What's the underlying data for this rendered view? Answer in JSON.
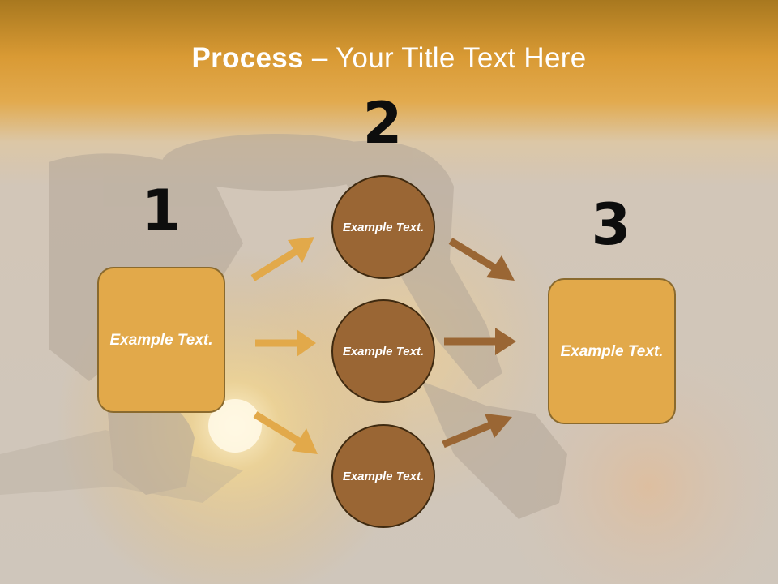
{
  "title": {
    "bold": "Process",
    "rest": " – Your Title Text Here"
  },
  "steps": [
    {
      "number": "1",
      "box_label": "Example Text."
    },
    {
      "number": "2",
      "circles": [
        {
          "label": "Example Text."
        },
        {
          "label": "Example Text."
        },
        {
          "label": "Example Text."
        }
      ]
    },
    {
      "number": "3",
      "box_label": "Example Text."
    }
  ],
  "colors": {
    "box_fill": "#e2a94a",
    "circle_fill": "#9a6634",
    "arrow_light": "#e2a94a",
    "arrow_dark": "#9a6634",
    "title_band": "#d99a34"
  }
}
